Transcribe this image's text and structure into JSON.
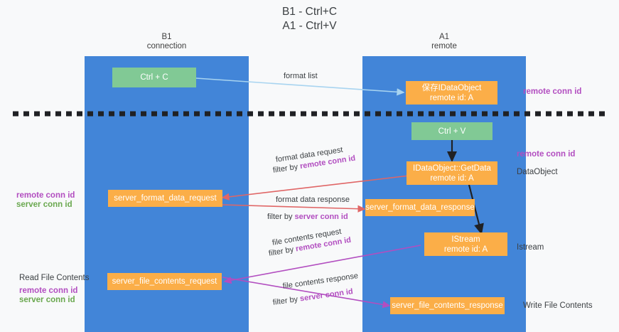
{
  "title": {
    "line1": "B1 - Ctrl+C",
    "line2": "A1 - Ctrl+V"
  },
  "columns": [
    {
      "name": "B1",
      "sub": "connection"
    },
    {
      "name": "A1",
      "sub": "remote"
    }
  ],
  "nodes": {
    "ctrl_c": "Ctrl + C",
    "ctrl_v": "Ctrl + V",
    "save_dataobject_l1": "保存IDataObject",
    "save_dataobject_l2": "remote id: A",
    "getdata_l1": "IDataObject::GetData",
    "getdata_l2": "remote id: A",
    "istream_l1": "IStream",
    "istream_l2": "remote id: A",
    "server_format_data_request": "server_format_data_request",
    "server_format_data_response": "server_format_data_response",
    "server_file_contents_request": "server_file_contents_request",
    "server_file_contents_response": "server_file_contents_response"
  },
  "edge_labels": {
    "format_list": "format list",
    "format_data_request": "format data request",
    "format_data_request_filter_prefix": "filter by ",
    "format_data_request_filter_key": "remote conn id",
    "format_data_response": "format data response",
    "format_data_response_filter_prefix": "filter by ",
    "format_data_response_filter_key": "server conn id",
    "file_contents_request": "file contents request",
    "file_contents_request_filter_prefix": "filter by ",
    "file_contents_request_filter_key": "remote conn id",
    "file_contents_response": "file contents response",
    "file_contents_response_filter_prefix": "filter by ",
    "file_contents_response_filter_key": "server conn id"
  },
  "annotations": {
    "right_remote_conn_id_top": "remote conn id",
    "right_remote_conn_id_mid": "remote conn id",
    "right_dataobject": "DataObject",
    "right_istream": "Istream",
    "right_write_file_contents": "Write File Contents",
    "left_remote_conn_id_mid": "remote conn id",
    "left_server_conn_id_mid": "server conn id",
    "left_read_file_contents": "Read File Contents",
    "left_remote_conn_id_bot": "remote conn id",
    "left_server_conn_id_bot": "server conn id"
  },
  "colors": {
    "lane": "#4285d8",
    "node_green": "#81c995",
    "node_orange": "#fbae48",
    "accent_purple": "#b24ec0",
    "accent_green": "#6aa84f",
    "edge_blue": "#a8d4f0",
    "edge_red": "#e06666",
    "edge_magenta": "#b24ec0",
    "edge_black": "#202124",
    "background": "#f8f9fa"
  }
}
